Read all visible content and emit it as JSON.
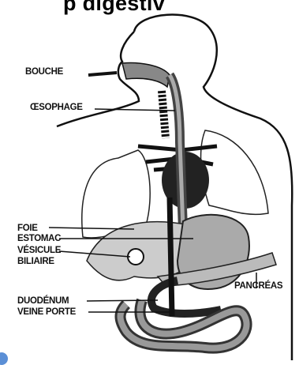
{
  "title": "…passage des aliments dans le tube digestif (titre partiellement coupé)",
  "labels": {
    "bouche": "BOUCHE",
    "oesophage": "ŒSOPHAGE",
    "foie": "FOIE",
    "estomac": "ESTOMAC",
    "vesicule": "VÉSICULE",
    "biliaire": "BILIAIRE",
    "pancreas": "PANCRÉAS",
    "duodenum": "DUODÉNUM",
    "veine_porte": "VEINE PORTE"
  },
  "title_visible": "p     digestiv"
}
